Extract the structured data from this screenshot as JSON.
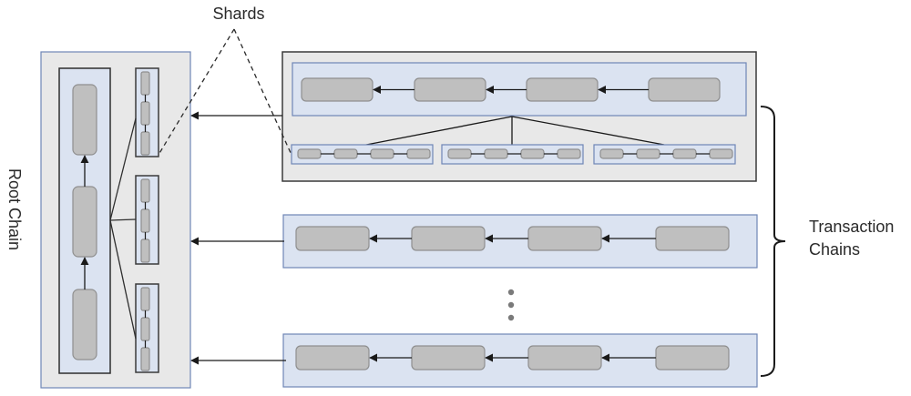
{
  "labels": {
    "shards": "Shards",
    "root_chain": "Root Chain",
    "transaction_chains_line1": "Transaction",
    "transaction_chains_line2": "Chains"
  },
  "colors": {
    "panel_gray": "#e8e8e8",
    "panel_blue": "#dbe3f1",
    "blue_border": "#6f86b6",
    "dark_border": "#3a3a3a",
    "block_fill": "#bfbfbf",
    "block_border": "#8f8f8f",
    "line": "#1a1a1a",
    "ellipsis_dot": "#7a7a7a"
  },
  "structure": {
    "root_chain_blocks": 3,
    "shard_groups_in_root": 3,
    "blocks_per_root_shard": 3,
    "top_transaction_chain_blocks": 4,
    "sub_shards_of_top_chain": 3,
    "blocks_per_sub_shard": 4,
    "lower_transaction_chains": 2,
    "blocks_per_lower_chain": 4,
    "ellipsis_dots": 3
  }
}
